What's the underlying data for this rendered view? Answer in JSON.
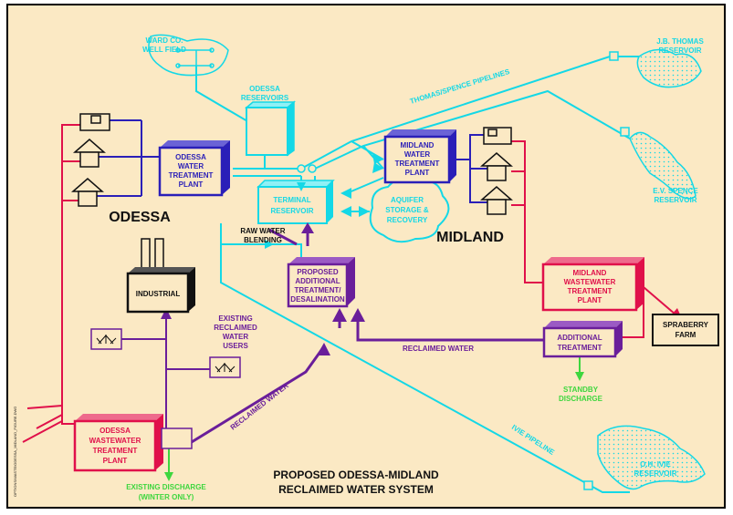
{
  "title": {
    "line1": "PROPOSED ODESSA-MIDLAND",
    "line2": "RECLAIMED WATER SYSTEM"
  },
  "places": {
    "odessa": "ODESSA",
    "midland": "MIDLAND",
    "ward_field": [
      "WARD CO.",
      "WELL FIELD"
    ],
    "jb_thomas": [
      "J.B. THOMAS",
      "RESERVOIR"
    ],
    "ev_spence": [
      "E.V. SPENCE",
      "RESERVOIR"
    ],
    "oh_ivie": [
      "O.H. IVIE",
      "RESERVOIR"
    ]
  },
  "boxes": {
    "odessa_wtp": [
      "ODESSA",
      "WATER",
      "TREATMENT",
      "PLANT"
    ],
    "midland_wtp": [
      "MIDLAND",
      "WATER",
      "TREATMENT",
      "PLANT"
    ],
    "terminal_reservoir": [
      "TERMINAL",
      "RESERVOIR"
    ],
    "odessa_reservoirs": [
      "ODESSA",
      "RESERVOIRS"
    ],
    "aquifer": [
      "AQUIFER",
      "STORAGE &",
      "RECOVERY"
    ],
    "proposed_treatment": [
      "PROPOSED",
      "ADDITIONAL",
      "TREATMENT/",
      "DESALINATION"
    ],
    "industrial": "INDUSTRIAL",
    "midland_wwtp": [
      "MIDLAND",
      "WASTEWATER",
      "TREATMENT",
      "PLANT"
    ],
    "odessa_wwtp": [
      "ODESSA",
      "WASTEWATER",
      "TREATMENT",
      "PLANT"
    ],
    "additional_treatment": [
      "ADDITIONAL",
      "TREATMENT"
    ],
    "spraberry_farm": [
      "SPRABERRY",
      "FARM"
    ]
  },
  "labels": {
    "raw_water_blending": [
      "RAW WATER",
      "BLENDING"
    ],
    "existing_reclaimed_users": [
      "EXISTING",
      "RECLAIMED",
      "WATER",
      "USERS"
    ],
    "reclaimed_water_diag": "RECLAIMED WATER",
    "reclaimed_water_horiz": "RECLAIMED WATER",
    "standby_discharge": [
      "STANDBY",
      "DISCHARGE"
    ],
    "existing_discharge": [
      "EXISTING DISCHARGE",
      "(WINTER ONLY)"
    ],
    "thomas_spence_pipelines": "THOMAS/SPENCE PIPELINES",
    "ivie_pipeline": "IVIE PIPELINE",
    "side_note": "OPTIONS\\WASTE\\ODESSA_MIDLAND_FIGURE.DWG"
  },
  "colors": {
    "background": "#fbe9c4",
    "potable": "#14d8e6",
    "reclaimed": "#6a1e9a",
    "wastewater": "#e0104a",
    "distribution": "#2a1fb8",
    "discharge": "#3ed63e"
  }
}
